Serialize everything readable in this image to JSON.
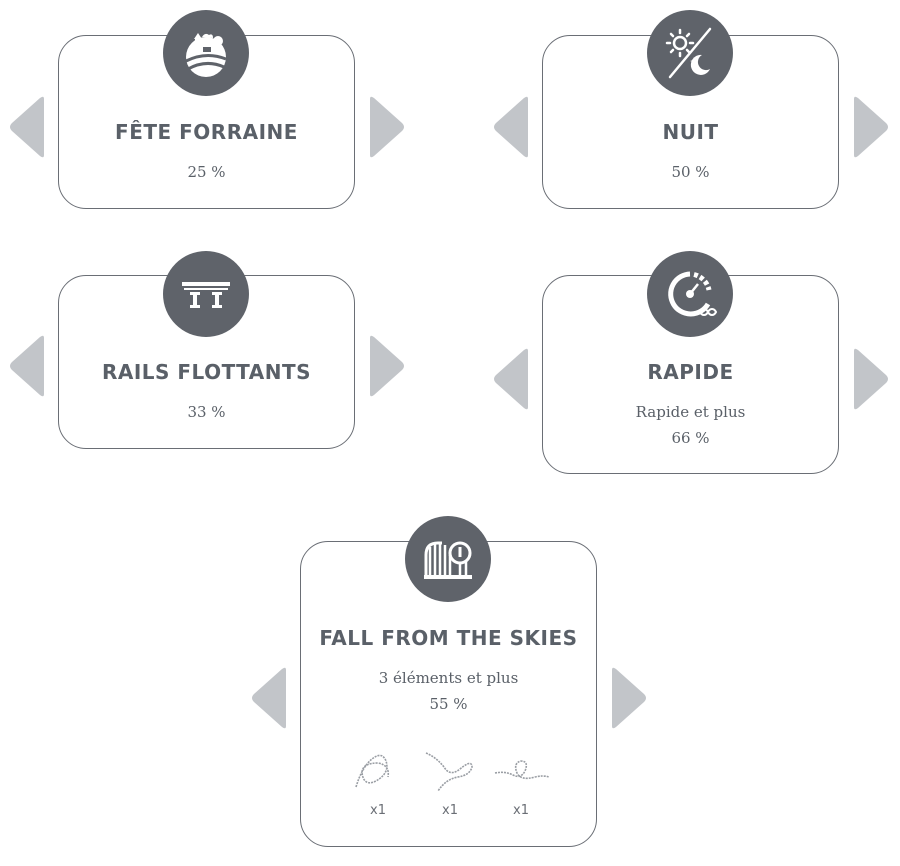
{
  "cards": [
    {
      "title": "FÊTE FORRAINE",
      "percent": "25 %",
      "icon": "fairground-landscape-icon"
    },
    {
      "title": "NUIT",
      "percent": "50 %",
      "icon": "day-night-icon"
    },
    {
      "title": "RAILS FLOTTANTS",
      "percent": "33 %",
      "icon": "floating-rails-icon"
    },
    {
      "title": "RAPIDE",
      "subtitle": "Rapide et plus",
      "percent": "66 %",
      "icon": "speedometer-infinity-icon"
    },
    {
      "title": "FALL FROM THE SKIES",
      "subtitle": "3 éléments et plus",
      "percent": "55 %",
      "icon": "roller-coaster-icon",
      "elements": [
        {
          "icon": "track-loop-element-icon",
          "count": "x1"
        },
        {
          "icon": "track-twist-element-icon",
          "count": "x1"
        },
        {
          "icon": "track-corkscrew-element-icon",
          "count": "x1"
        }
      ]
    }
  ],
  "colors": {
    "badge": "#5f636a",
    "arrow": "#c2c5c9",
    "text": "#5a6068",
    "border": "#6a6e75"
  }
}
